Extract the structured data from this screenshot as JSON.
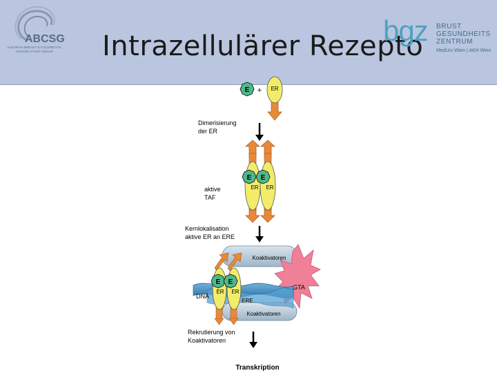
{
  "slide": {
    "title": "Intrazellulärer Rezepto"
  },
  "logos": {
    "abcsg": {
      "name": "ABCSG",
      "subtitle": "AUSTRIAN BREAST & COLORECTAL CANCER STUDY GROUP"
    },
    "bgz": {
      "mark": "bgz",
      "line1": "BRUST",
      "line2": "GESUNDHEITS",
      "line3": "ZENTRUM",
      "sub": "MedUni Wien | AKH Wien"
    }
  },
  "diagram": {
    "e_label": "E",
    "plus": "+",
    "er_label": "ER",
    "taf_label": "TAF",
    "step1_line1": "Dimerisierung",
    "step1_line2": "der ER",
    "step2_line1": "aktive",
    "step2_line2": "TAF",
    "step3_line1": "Kernlokalisation",
    "step3_line2": "aktive ER an ERE",
    "coactivators_top": "Koaktivatoren",
    "coactivators_bottom": "Koaktivatoren",
    "dna_label": "DNA",
    "ere_label": "ERE",
    "gta_label": "GTA",
    "step4_line1": "Rekrutierung von",
    "step4_line2": "Koaktivatoren",
    "result": "Transkription"
  },
  "colors": {
    "header_bg": "#bac6df",
    "er_yellow": "#f2ec6a",
    "taf_orange": "#e8893a",
    "estrogen_green": "#4fb88c",
    "dna_blue": "#3f8fc6",
    "coactivator_gray": "#b9cad8",
    "gta_pink": "#f07f98",
    "bgz_blue": "#4fa1c1"
  }
}
